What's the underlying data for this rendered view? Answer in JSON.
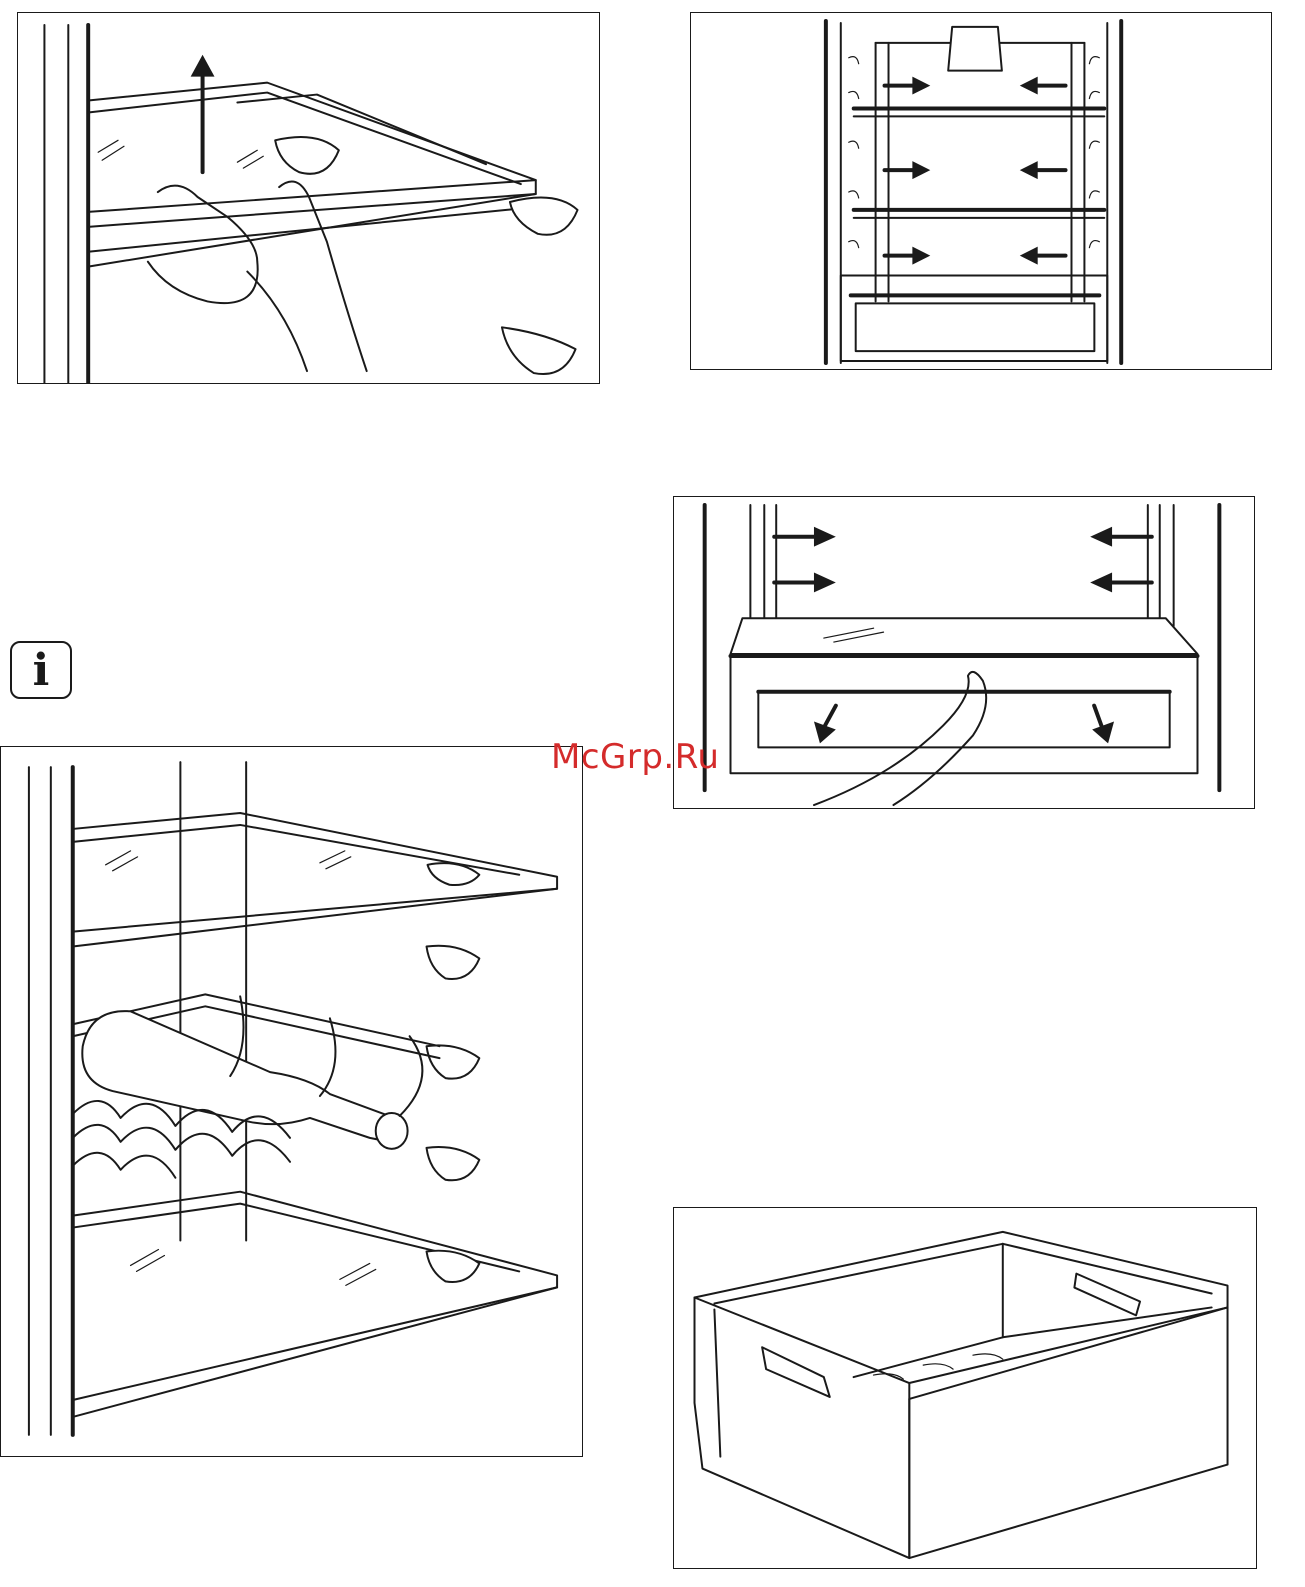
{
  "watermark": "McGrp.Ru",
  "info_icon": {
    "glyph": "i",
    "icon": "info-icon"
  },
  "figures": [
    {
      "id": "shelf-removal",
      "icon": "shelf-lift-illustration"
    },
    {
      "id": "shelf-positions",
      "icon": "cabinet-shelf-positions-illustration"
    },
    {
      "id": "crisper-cover-removal",
      "icon": "crisper-cover-illustration"
    },
    {
      "id": "bottle-rack",
      "icon": "bottle-rack-illustration"
    },
    {
      "id": "crisper-drawer",
      "icon": "crisper-drawer-illustration"
    }
  ],
  "colors": {
    "line": "#1a1a1a",
    "watermark": "#d42b2b",
    "background": "#ffffff"
  }
}
